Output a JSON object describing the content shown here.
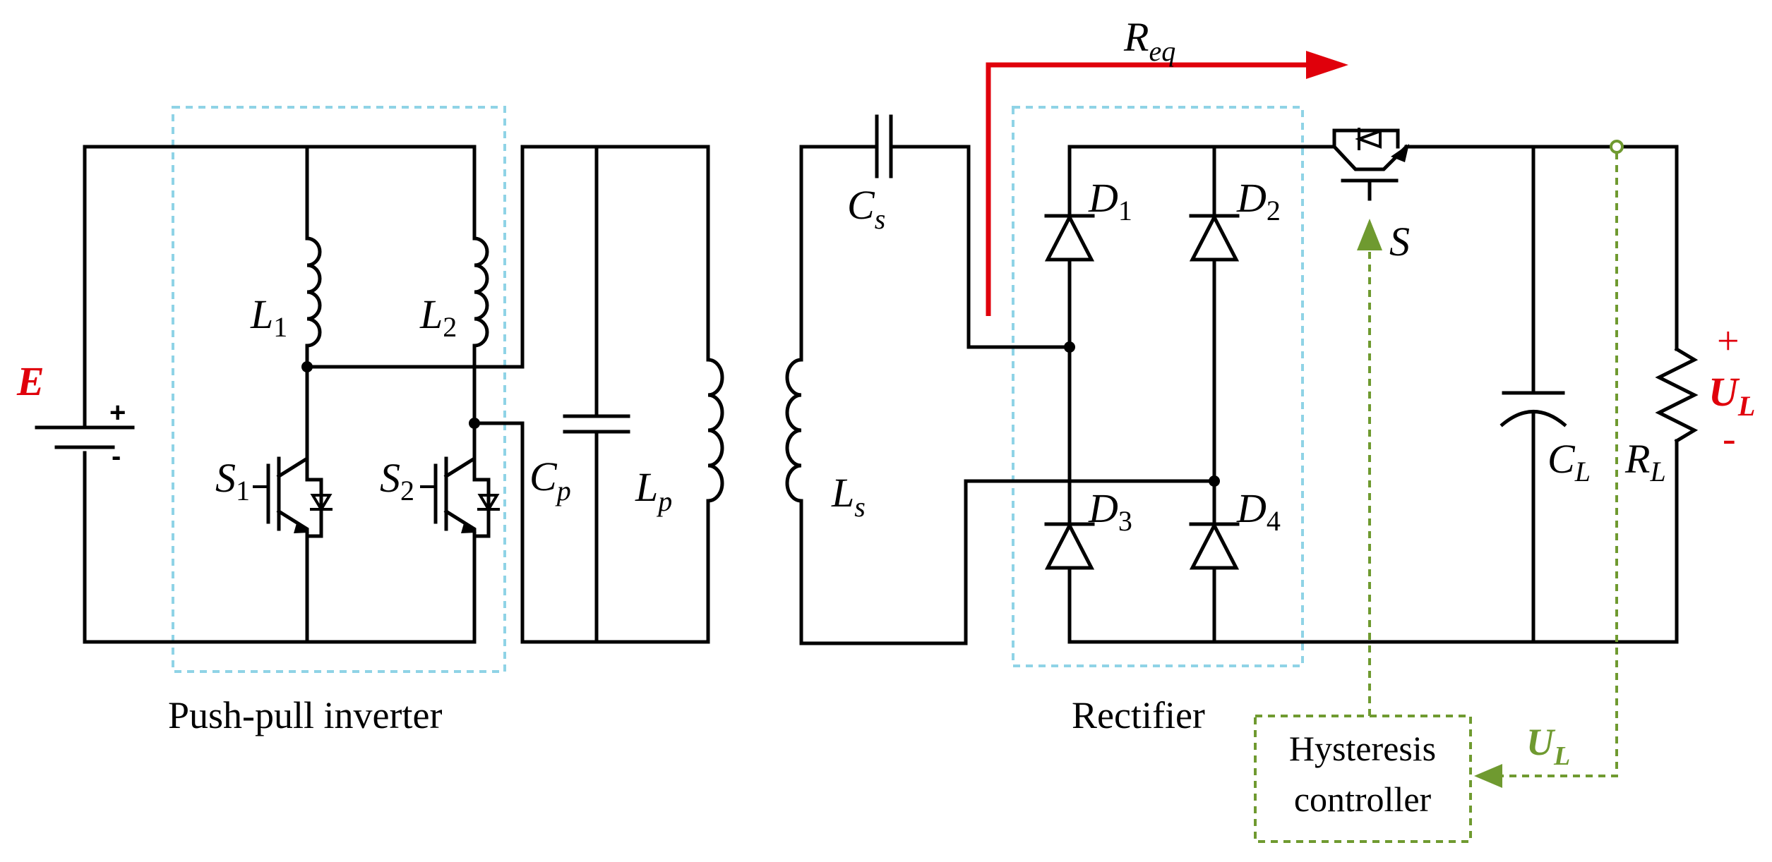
{
  "source": {
    "label": "E",
    "plus": "+",
    "minus": "-"
  },
  "inverter": {
    "title": "Push-pull inverter",
    "L1": {
      "main": "L",
      "sub": "1"
    },
    "L2": {
      "main": "L",
      "sub": "2"
    },
    "S1": {
      "main": "S",
      "sub": "1"
    },
    "S2": {
      "main": "S",
      "sub": "2"
    }
  },
  "primary": {
    "Cp": {
      "main": "C",
      "sub": "p"
    },
    "Lp": {
      "main": "L",
      "sub": "p"
    }
  },
  "secondary": {
    "Cs": {
      "main": "C",
      "sub": "s"
    },
    "Ls": {
      "main": "L",
      "sub": "s"
    }
  },
  "req": {
    "main": "R",
    "sub": "eq"
  },
  "rectifier": {
    "title": "Rectifier",
    "D1": {
      "main": "D",
      "sub": "1"
    },
    "D2": {
      "main": "D",
      "sub": "2"
    },
    "D3": {
      "main": "D",
      "sub": "3"
    },
    "D4": {
      "main": "D",
      "sub": "4"
    }
  },
  "switch": {
    "label": "S"
  },
  "load": {
    "CL": {
      "main": "C",
      "sub": "L"
    },
    "RL": {
      "main": "R",
      "sub": "L"
    },
    "UL": {
      "main": "U",
      "sub": "L"
    },
    "plus": "+",
    "minus": "-"
  },
  "controller": {
    "line1": "Hysteresis",
    "line2": "controller",
    "feedback": {
      "main": "U",
      "sub": "L"
    }
  },
  "colors": {
    "wire": "#000000",
    "dashed_box": "#8fd3e6",
    "control": "#6f9a30",
    "highlight": "#e0000b"
  }
}
